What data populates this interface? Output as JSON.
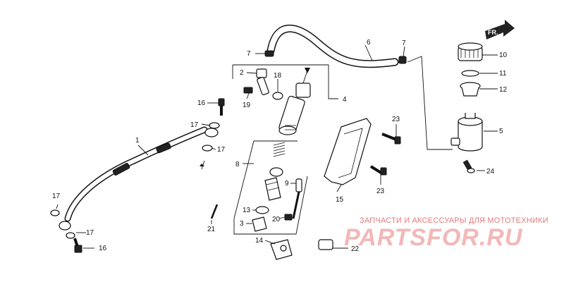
{
  "diagram": {
    "labels": [
      "1",
      "2",
      "3",
      "4",
      "5",
      "6",
      "7",
      "7",
      "8",
      "9",
      "10",
      "11",
      "12",
      "13",
      "14",
      "15",
      "16",
      "16",
      "17",
      "17",
      "17",
      "17",
      "18",
      "19",
      "20",
      "21",
      "22",
      "23",
      "23",
      "24"
    ],
    "front_marker": "FR."
  },
  "watermark": {
    "subtitle": "ЗАПЧАСТИ И АКСЕССУАРЫ ДЛЯ МОТОТЕХНИКИ",
    "brand": "PARTSFOR.RU"
  }
}
